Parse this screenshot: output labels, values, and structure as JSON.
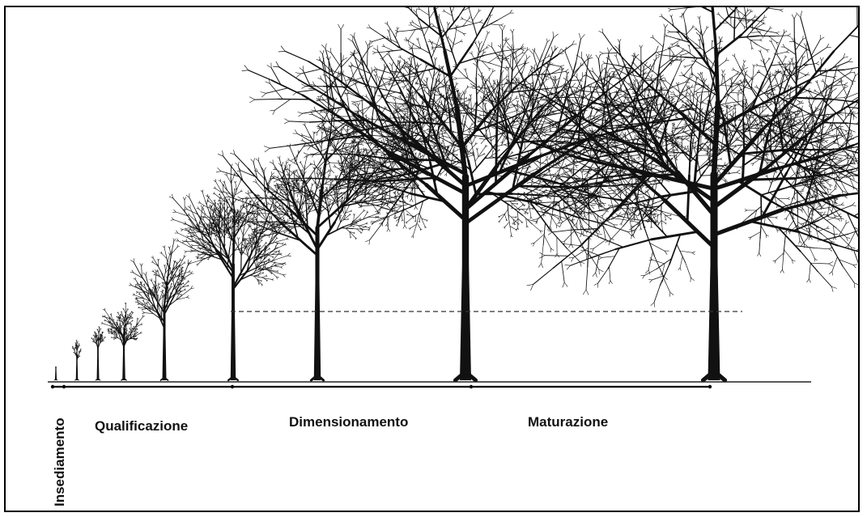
{
  "stages": [
    {
      "id": "insediamento",
      "label": "Insediamento"
    },
    {
      "id": "qualificazione",
      "label": "Qualificazione"
    },
    {
      "id": "dimensionamento",
      "label": "Dimensionamento"
    },
    {
      "id": "maturazione",
      "label": "Maturazione"
    }
  ],
  "trees": [
    {
      "stage": "insediamento"
    },
    {
      "stage": "qualificazione"
    },
    {
      "stage": "qualificazione"
    },
    {
      "stage": "qualificazione"
    },
    {
      "stage": "qualificazione"
    },
    {
      "stage": "qualificazione"
    },
    {
      "stage": "dimensionamento"
    },
    {
      "stage": "dimensionamento"
    },
    {
      "stage": "maturazione"
    }
  ],
  "colors": {
    "ink": "#111111",
    "background": "#ffffff"
  }
}
